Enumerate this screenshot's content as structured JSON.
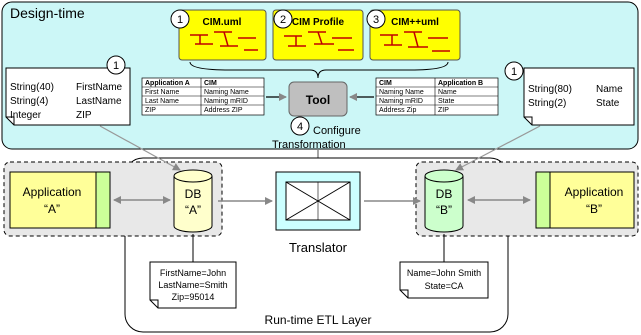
{
  "design_time": {
    "title": "Design-time",
    "uml_boxes": [
      {
        "number": "1",
        "label": "CIM.uml"
      },
      {
        "number": "2",
        "label": "CIM Profile"
      },
      {
        "number": "3",
        "label": "CIM++uml"
      }
    ],
    "left_number": "1",
    "right_number": "1",
    "left_doc": {
      "rows": [
        [
          "String(40)",
          "FirstName"
        ],
        [
          "String(4)",
          "LastName"
        ],
        [
          "Integer",
          "ZIP"
        ]
      ]
    },
    "right_doc": {
      "rows": [
        [
          "String(80)",
          "Name"
        ],
        [
          "String(2)",
          "State"
        ]
      ]
    },
    "table_a": {
      "headers": [
        "Application A",
        "CIM"
      ],
      "rows": [
        [
          "First Name",
          "Naming Name"
        ],
        [
          "Last Name",
          "Naming mRID"
        ],
        [
          "ZIP",
          "Address  ZIP"
        ]
      ]
    },
    "table_b": {
      "headers": [
        "CIM",
        "Application B"
      ],
      "rows": [
        [
          "Naming Name",
          "Name"
        ],
        [
          "Naming mRID",
          "State"
        ],
        [
          "Address  Zip",
          "ZIP"
        ]
      ]
    },
    "tool_label": "Tool",
    "configure": {
      "number": "4",
      "line1": "Configure",
      "line2": "Transformation"
    }
  },
  "runtime": {
    "app_a": {
      "line1": "Application",
      "line2": "“A”"
    },
    "app_b": {
      "line1": "Application",
      "line2": "“B”"
    },
    "db_a": {
      "line1": "DB",
      "line2": "“A”"
    },
    "db_b": {
      "line1": "DB",
      "line2": "“B”"
    },
    "translator_label": "Translator",
    "record_a": [
      "FirstName=John",
      "LastName=Smith",
      "Zip=95014"
    ],
    "record_b": [
      "Name=John Smith",
      "State=CA"
    ],
    "etl_label": "Run-time ETL Layer"
  },
  "colors": {
    "design_bg": "#ccf7f7",
    "uml_fill": "#ffff00",
    "uml_accent": "#c00000",
    "app_fill": "#ffff99",
    "app_side": "#ccff99",
    "db_fill": "#ffffcc",
    "db_b_fill": "#ccffcc",
    "tool_fill": "#bfbfbf",
    "tool_text": "#c00000",
    "translator_fill": "#ccffff"
  }
}
